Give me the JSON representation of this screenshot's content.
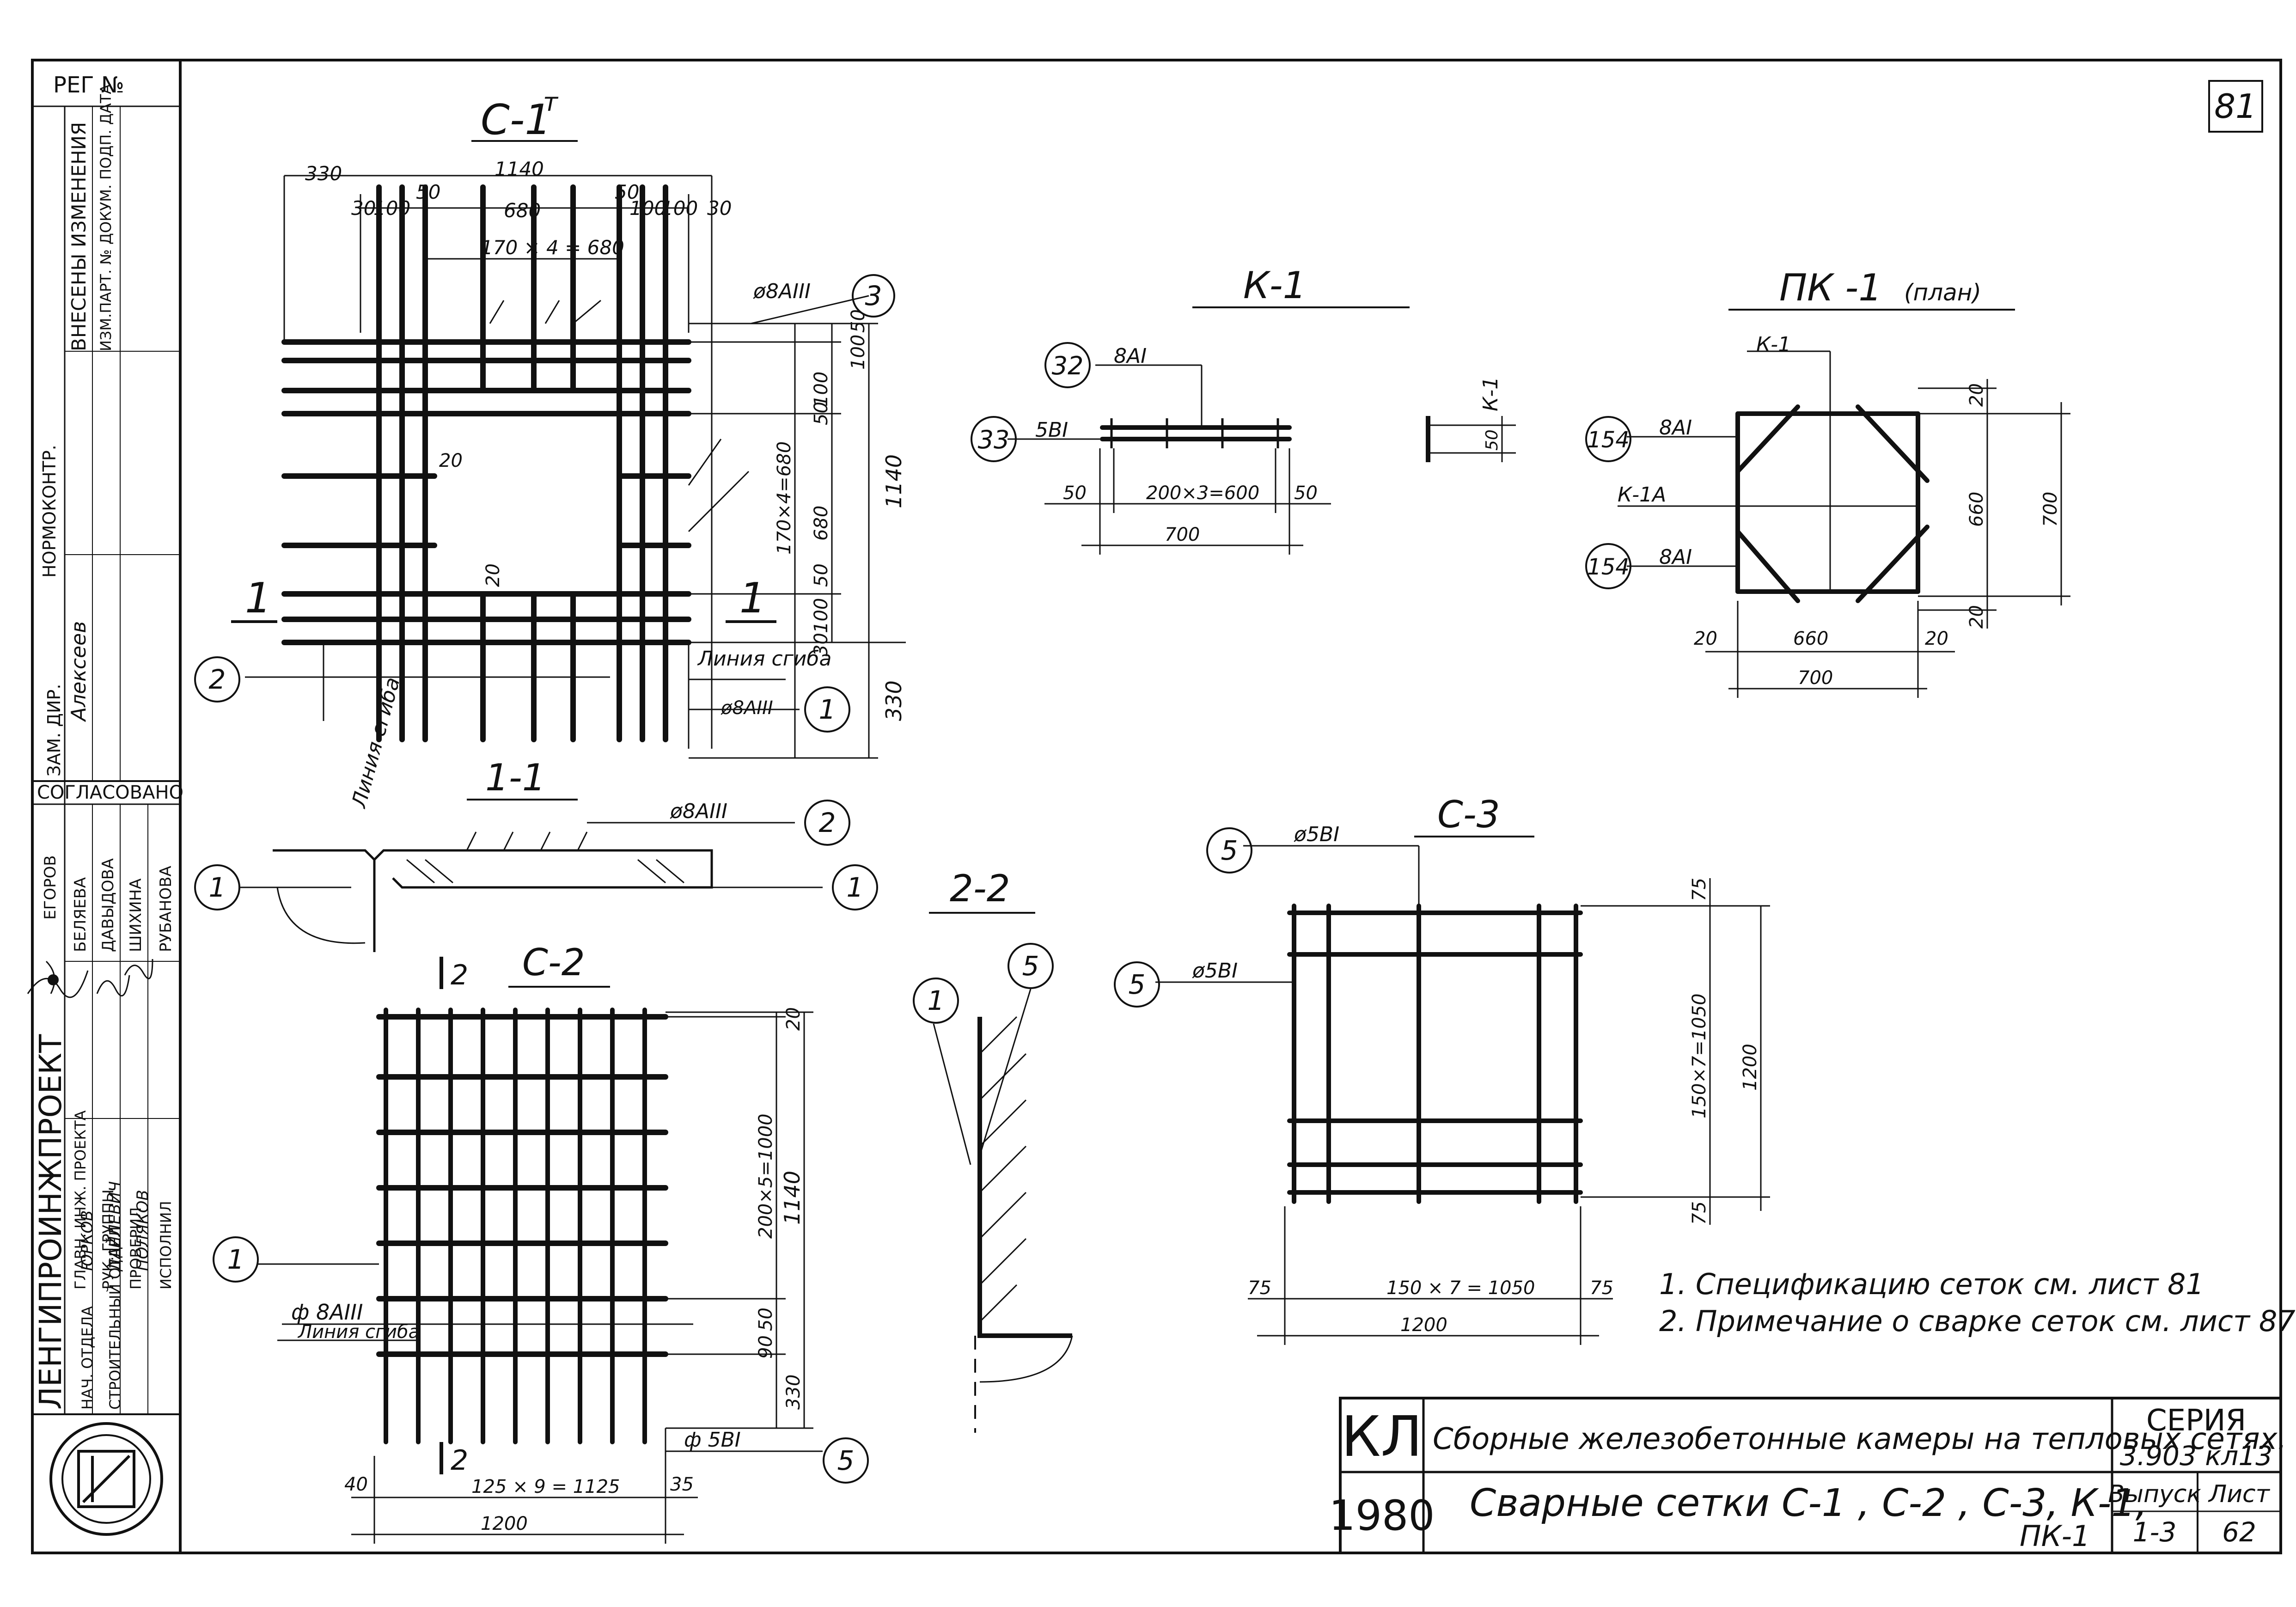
{
  "sheet": {
    "reg": "РЕГ №",
    "page_number": "81",
    "side_stamp": {
      "changes_title": "ВНЕСЕНЫ ИЗМЕНЕНИЯ",
      "changes_cols": "ИЗМ.ПАРТ. № ДОКУМ. ПОДП. ДАТА",
      "normocontrol": "НОРМОКОНТР.",
      "normocontrol_name": "Алексеев",
      "deputy": "ЗАМ. ДИР.",
      "agreed": "СОГЛАСОВАНО",
      "agreed_names": [
        "ЕГОРОВ",
        "БЕЛЯЕВА",
        "ДАВЫДОВА",
        "ШИХИНА",
        "РУБАНОВА"
      ],
      "roles": [
        "ГЛАВН. ИНЖ. ПРОЕКТА",
        "НАЧ. ОТДЕЛА",
        "РУК. ГРУППЫ",
        "ПРОВЕРИЛ",
        "ИСПОЛНИЛ"
      ],
      "org": "ЛЕНГИПРОИНЖПРОЕКТ",
      "org_line2": "СТРОИТЕЛЬНЫЙ ОТДЕЛ",
      "names": [
        "ЮРКОВ",
        "ДАЙЛЕВИЧ",
        "ПОЛЯКОВ"
      ]
    }
  },
  "c1t": {
    "title": "С-1",
    "title_sup": "т",
    "dims_top": [
      "330",
      "1140",
      "30",
      "100",
      "50",
      "680",
      "50",
      "100",
      "100",
      "30",
      "170 × 4 = 680"
    ],
    "dims_right": [
      "50",
      "100",
      "100",
      "50",
      "170×4=680",
      "680",
      "50",
      "100",
      "30",
      "1140",
      "330"
    ],
    "dim_inner": [
      "20",
      "20"
    ],
    "bar_label_top": "ø8АIII",
    "bar_label_bottom": "ø8АIII",
    "callouts": [
      "3",
      "2",
      "1"
    ],
    "section_mark": "1",
    "bend_line": "Линия сгиба",
    "bend_line_v": "Линия сгиба"
  },
  "section11": {
    "title": "1-1",
    "bar_label": "ø8АIII",
    "callouts": [
      "2",
      "1",
      "1"
    ]
  },
  "k1": {
    "title": "К-1",
    "bar1": "8АI",
    "bar2": "5ВI",
    "callouts": [
      "32",
      "33"
    ],
    "dims": [
      "50",
      "200×3=600",
      "50",
      "700"
    ],
    "side_label": "К-1",
    "side_dim": "50"
  },
  "pk1": {
    "title": "ПК -1",
    "title_note": "(план)",
    "labels": [
      "К-1",
      "8АI",
      "К-1А",
      "8АI"
    ],
    "callouts": [
      "154",
      "154"
    ],
    "dims_bottom": [
      "20",
      "660",
      "20",
      "700"
    ],
    "dims_right": [
      "20",
      "660",
      "700",
      "20"
    ]
  },
  "c2": {
    "title": "С-2",
    "section_mark": "2",
    "bar_label": "ф 8АIII",
    "bar_label2": "ф 5ВI",
    "callouts": [
      "1",
      "5"
    ],
    "bend_line": "Линия сгиба",
    "dims_right": [
      "20",
      "200×5=1000",
      "1140",
      "50",
      "90",
      "330"
    ],
    "dims_bottom": [
      "40",
      "125 × 9 = 1125",
      "35",
      "1200"
    ]
  },
  "section22": {
    "title": "2-2",
    "callouts": [
      "1",
      "5"
    ]
  },
  "c3": {
    "title": "С-3",
    "bar_label1": "ø5ВI",
    "bar_label2": "ø5ВI",
    "callouts": [
      "5",
      "5"
    ],
    "dims_right": [
      "75",
      "150×7=1050",
      "1200",
      "75"
    ],
    "dims_bottom": [
      "75",
      "150 × 7 = 1050",
      "75",
      "1200"
    ]
  },
  "notes": [
    "1. Спецификацию сеток см. лист 81",
    "2. Примечание о сварке сеток см. лист 87."
  ],
  "title_block": {
    "logo": "КЛ",
    "year": "1980",
    "subject": "Сборные железобетонные камеры на тепловых сетях.",
    "series_label": "СЕРИЯ",
    "series": "3.903 кл13",
    "sheet_name": "Сварные сетки С-1 , С-2 , С-3, К-1,",
    "sheet_name2": "ПК-1",
    "issue_label": "Выпуск",
    "issue": "1-3",
    "sheet_label": "Лист",
    "sheet": "62"
  }
}
